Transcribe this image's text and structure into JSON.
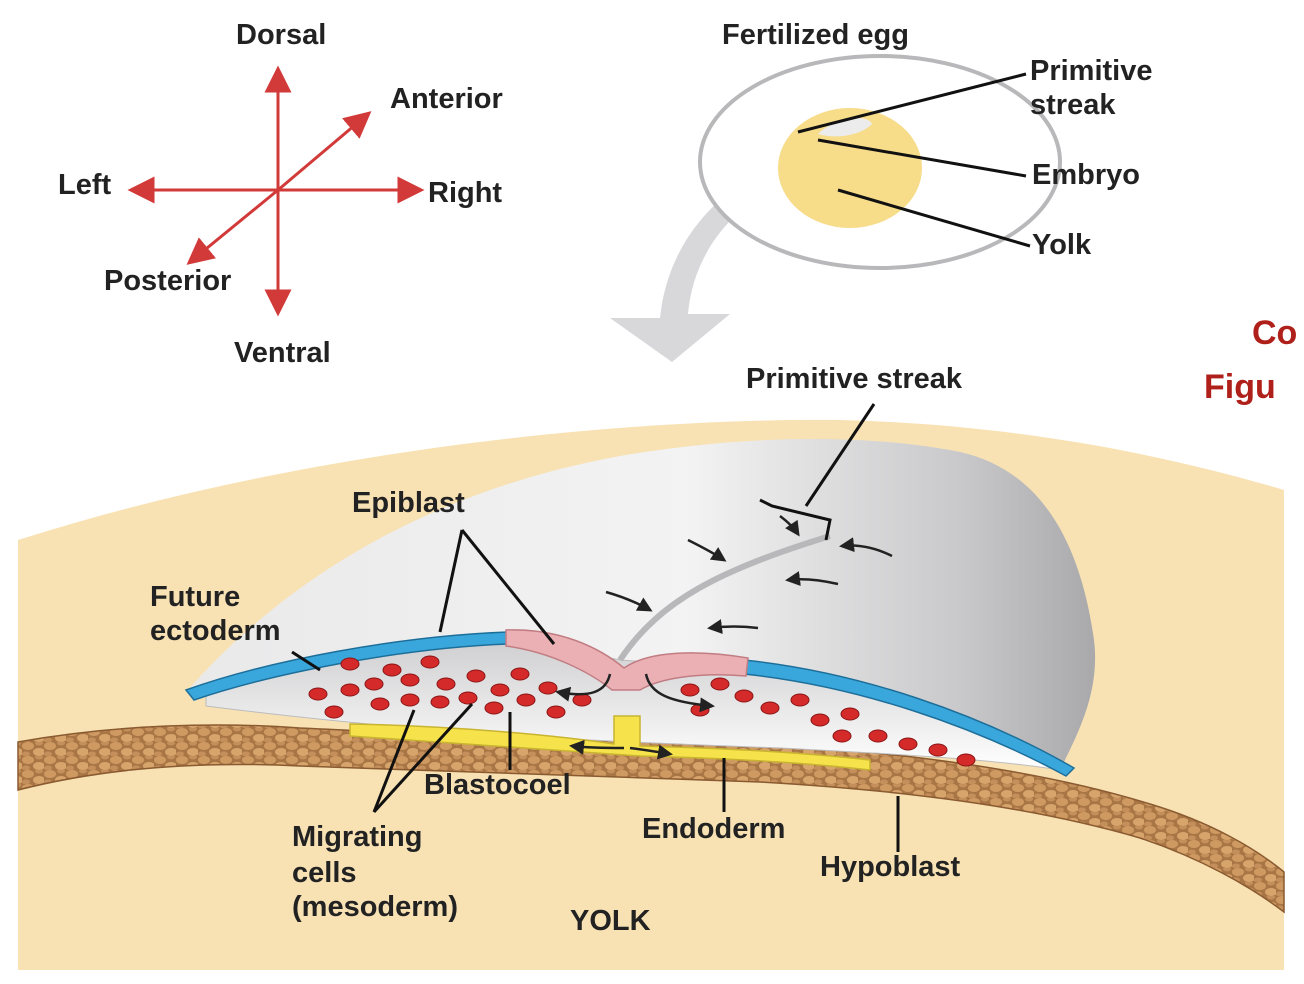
{
  "orientation": {
    "dorsal": "Dorsal",
    "ventral": "Ventral",
    "left": "Left",
    "right": "Right",
    "anterior": "Anterior",
    "posterior": "Posterior"
  },
  "egg": {
    "title": "Fertilized egg",
    "primitive_streak_line1": "Primitive",
    "primitive_streak_line2": "streak",
    "embryo": "Embryo",
    "yolk": "Yolk"
  },
  "side_caption": {
    "line1": "Co",
    "line2": "Figu"
  },
  "section": {
    "primitive_streak": "Primitive streak",
    "epiblast": "Epiblast",
    "future_ectoderm_line1": "Future",
    "future_ectoderm_line2": "ectoderm",
    "blastocoel": "Blastocoel",
    "migrating_line1": "Migrating",
    "migrating_line2": "cells",
    "migrating_line3": "(mesoderm)",
    "endoderm": "Endoderm",
    "hypoblast": "Hypoblast",
    "yolk": "YOLK"
  },
  "colors": {
    "arrow_red": "#d23a3a",
    "yolk": "#f8e2b4",
    "egg_yolk": "#f7dc8a",
    "epiblast_blue": "#3aa7dc",
    "primitive_pink": "#eab0b4",
    "mesoderm_red": "#d42a2a",
    "endoderm_yellow": "#f6e24a",
    "hypoblast_brown": "#c08a55",
    "caption_red": "#b0201a"
  }
}
